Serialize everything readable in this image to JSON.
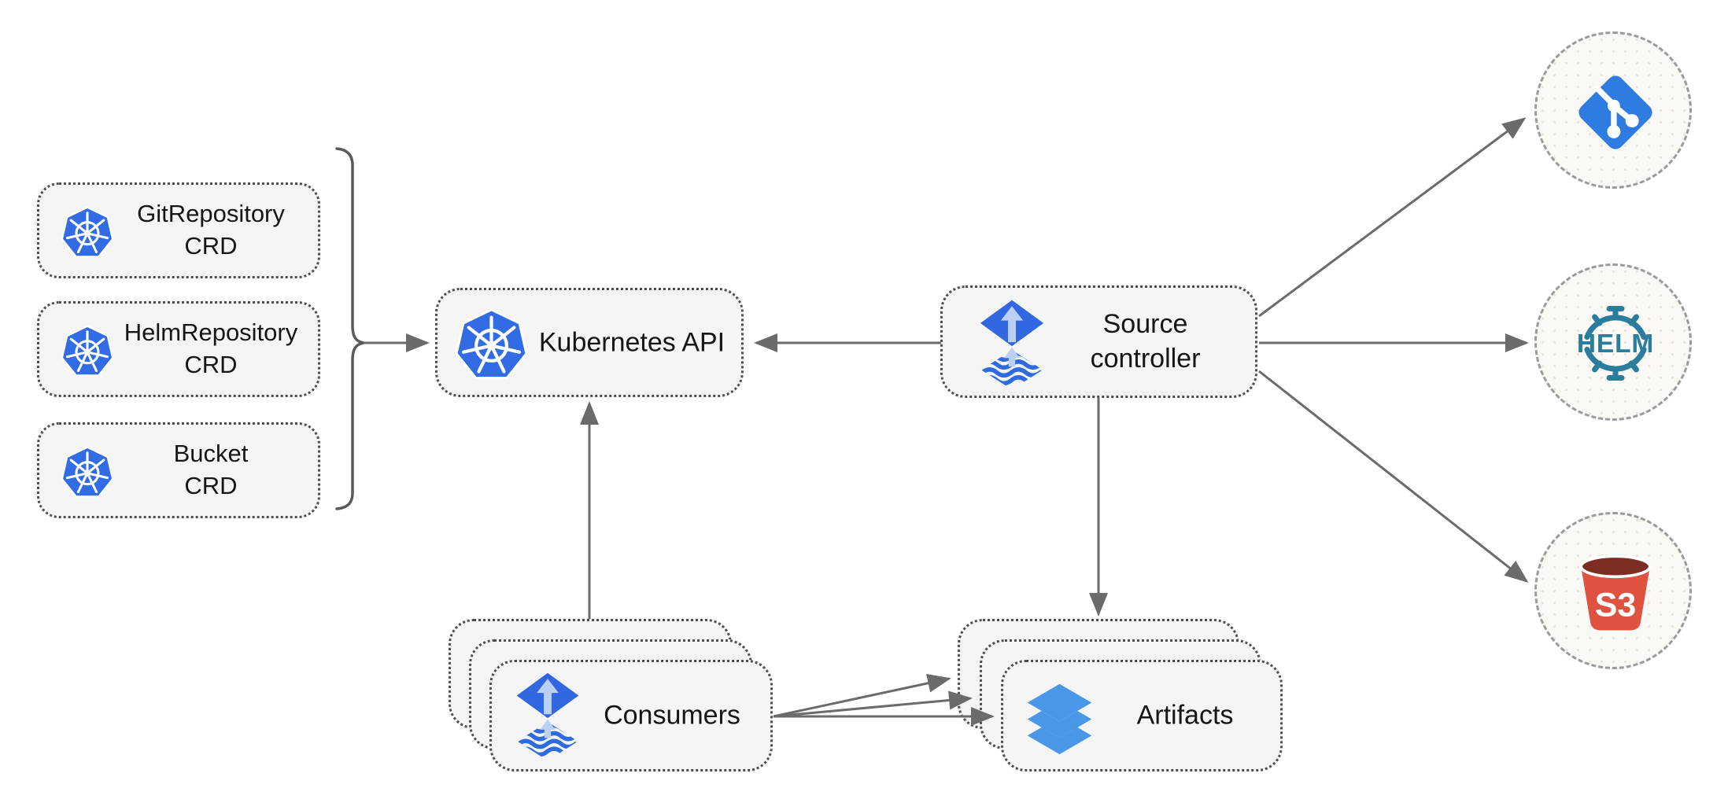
{
  "colors": {
    "background": "#ffffff",
    "box_fill": "#f5f5f5",
    "box_border": "#4f4f4f",
    "circle_border": "#9b9b9b",
    "arrow": "#6b6b6b",
    "text": "#161616",
    "kubernetes_blue": "#326ce5",
    "flux_blue": "#3167e1",
    "flux_arrow_light": "#bcd0f4",
    "layers_blue": "#4a97e8",
    "git_blue": "#2e7ce0",
    "helm_teal": "#2a7d9c",
    "s3_red": "#df5240",
    "s3_dark_red": "#7e2d23"
  },
  "nodes": {
    "crd_boxes": [
      {
        "line1": "GitRepository",
        "line2": "CRD",
        "icon": "kubernetes-icon"
      },
      {
        "line1": "HelmRepository",
        "line2": "CRD",
        "icon": "kubernetes-icon"
      },
      {
        "line1": "Bucket",
        "line2": "CRD",
        "icon": "kubernetes-icon"
      }
    ],
    "kubernetes_api": {
      "label": "Kubernetes API",
      "icon": "kubernetes-icon"
    },
    "source_controller": {
      "line1": "Source",
      "line2": "controller",
      "icon": "flux-icon"
    },
    "consumers": {
      "label": "Consumers",
      "icon": "flux-icon",
      "stack_count": 3
    },
    "artifacts": {
      "label": "Artifacts",
      "icon": "layers-icon",
      "stack_count": 3
    },
    "externals": {
      "git": {
        "icon": "git-icon"
      },
      "helm": {
        "icon": "helm-icon",
        "label": "HELM"
      },
      "s3": {
        "icon": "s3-bucket-icon",
        "label": "S3"
      }
    }
  },
  "edges": [
    {
      "from": "crd-boxes-group",
      "to": "kubernetes-api",
      "style": "brace-then-arrow"
    },
    {
      "from": "source-controller",
      "to": "kubernetes-api"
    },
    {
      "from": "consumers",
      "to": "kubernetes-api"
    },
    {
      "from": "source-controller",
      "to": "git"
    },
    {
      "from": "source-controller",
      "to": "helm"
    },
    {
      "from": "source-controller",
      "to": "s3"
    },
    {
      "from": "source-controller",
      "to": "artifacts"
    },
    {
      "from": "consumers",
      "to": "artifacts"
    },
    {
      "from": "consumers",
      "to": "artifacts"
    },
    {
      "from": "consumers",
      "to": "artifacts"
    }
  ]
}
